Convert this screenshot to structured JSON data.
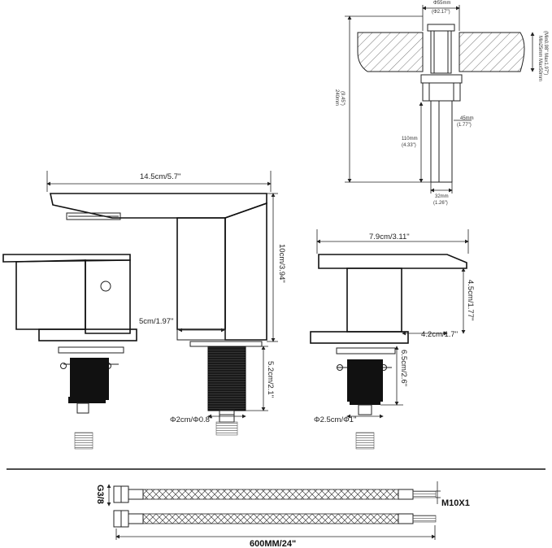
{
  "install_detail": {
    "hole_diameter": "Φ55mm",
    "hole_diameter_in": "(Φ2.17\")",
    "deck_thickness_mm": "Min25mm Max50mm",
    "deck_thickness_in": "(Min0.98\" Max1.97\")",
    "total_height_mm": "240mm",
    "total_height_in": "(9.45\")",
    "shank_length_mm": "110mm",
    "shank_length_in": "(4.33\")",
    "nut_width_mm": "45mm",
    "nut_width_in": "(1.77\")",
    "shank_width_mm": "32mm",
    "shank_width_in": "(1.26\")"
  },
  "spout": {
    "length": "14.5cm/5.7\"",
    "height": "10cm/3.94\"",
    "base_width": "5cm/1.97\"",
    "shank_length": "5.2cm/2.1\"",
    "shank_diameter": "Φ2cm/Φ0.8\""
  },
  "handle": {
    "length": "7.9cm/3.11\"",
    "height": "4.5cm/1.77\"",
    "base_width": "4.2cm/1.7\"",
    "shank_length": "6.5cm/2.6\"",
    "shank_diameter": "Φ2.5cm/Φ1\""
  },
  "hose": {
    "inlet_thread": "G3/8",
    "outlet_thread": "M10X1",
    "length": "600MM/24\""
  }
}
